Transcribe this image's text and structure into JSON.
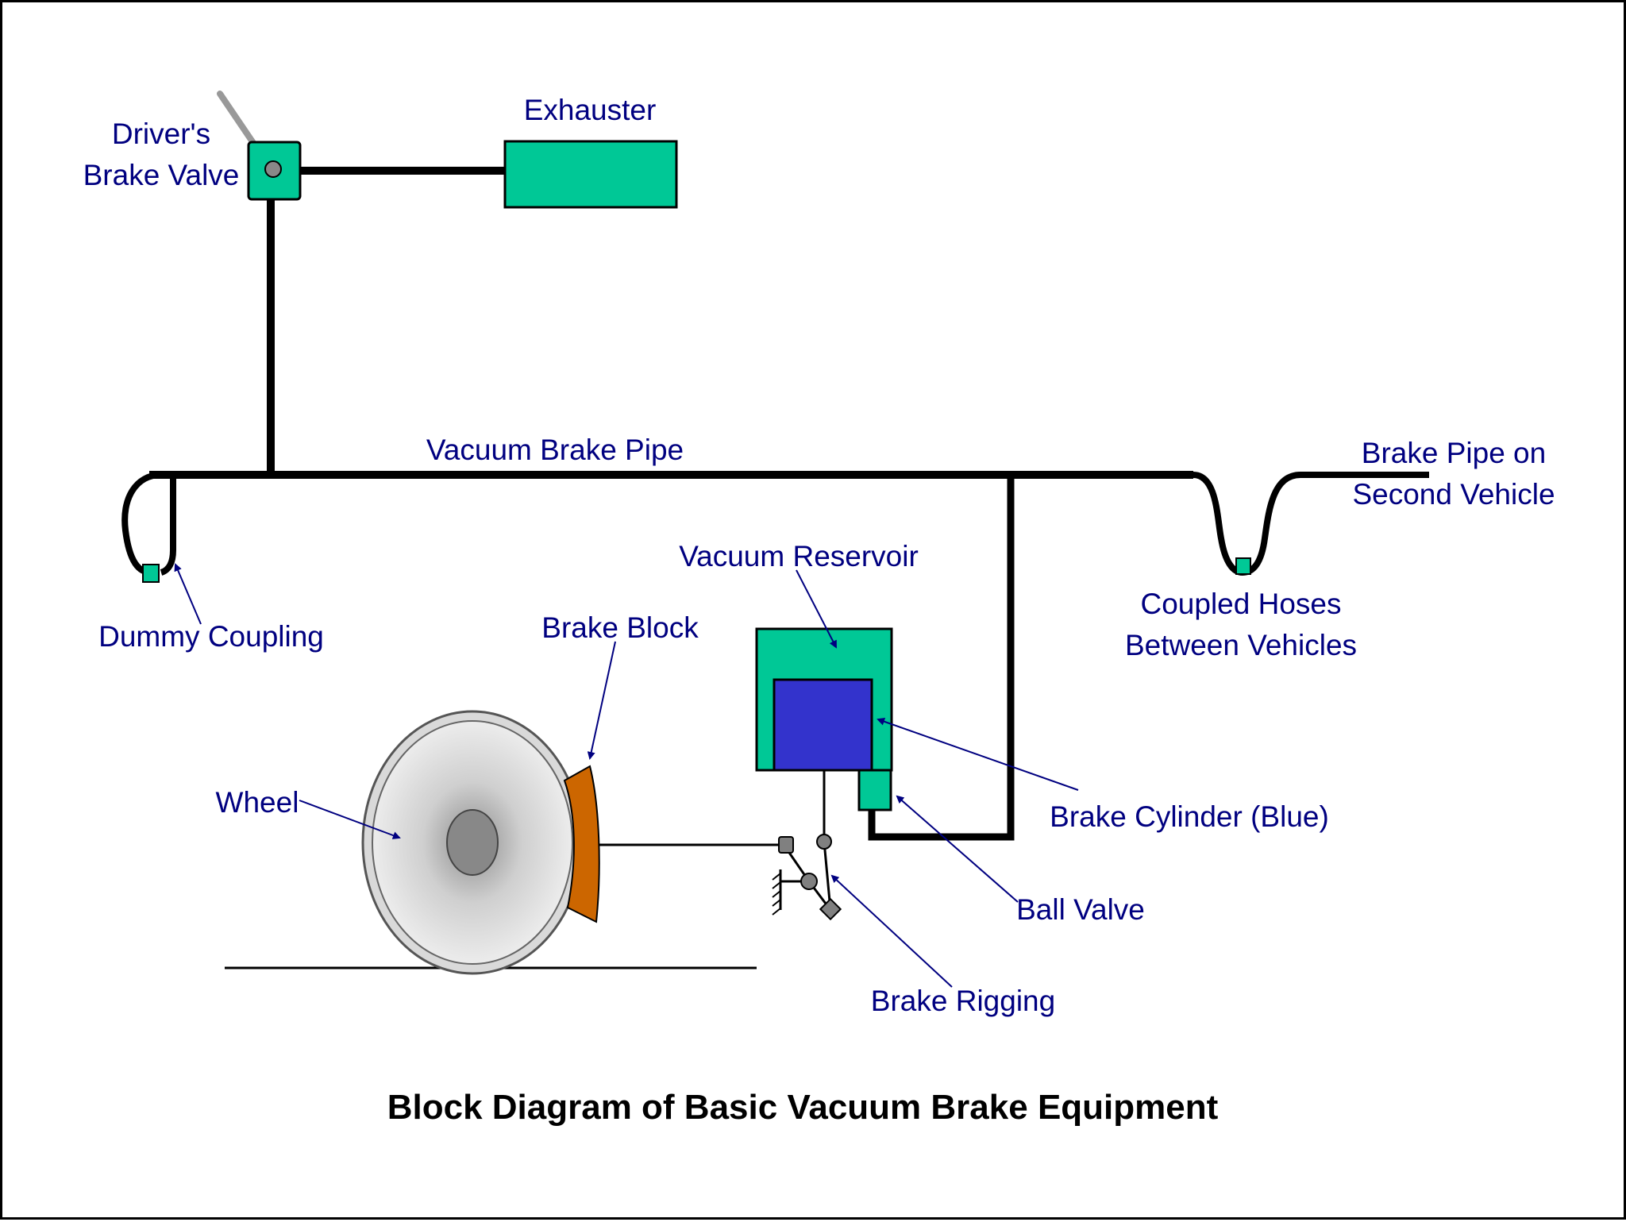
{
  "diagram": {
    "title": "Block Diagram of Basic Vacuum Brake Equipment",
    "labels": {
      "drivers_brake_valve_line1": "Driver's",
      "drivers_brake_valve_line2": "Brake Valve",
      "exhauster": "Exhauster",
      "vacuum_brake_pipe": "Vacuum Brake Pipe",
      "brake_pipe_second_vehicle_line1": "Brake Pipe on",
      "brake_pipe_second_vehicle_line2": "Second Vehicle",
      "vacuum_reservoir": "Vacuum Reservoir",
      "coupled_hoses_line1": "Coupled Hoses",
      "coupled_hoses_line2": "Between Vehicles",
      "dummy_coupling": "Dummy Coupling",
      "brake_block": "Brake Block",
      "wheel": "Wheel",
      "brake_cylinder": "Brake Cylinder (Blue)",
      "ball_valve": "Ball Valve",
      "brake_rigging": "Brake Rigging"
    },
    "colors": {
      "label_text": "#000080",
      "equipment_green": "#00c896",
      "cylinder_blue": "#3333cc",
      "brake_block_orange": "#cc6600",
      "pipe_black": "#000000",
      "arrow_navy": "#000080"
    }
  }
}
